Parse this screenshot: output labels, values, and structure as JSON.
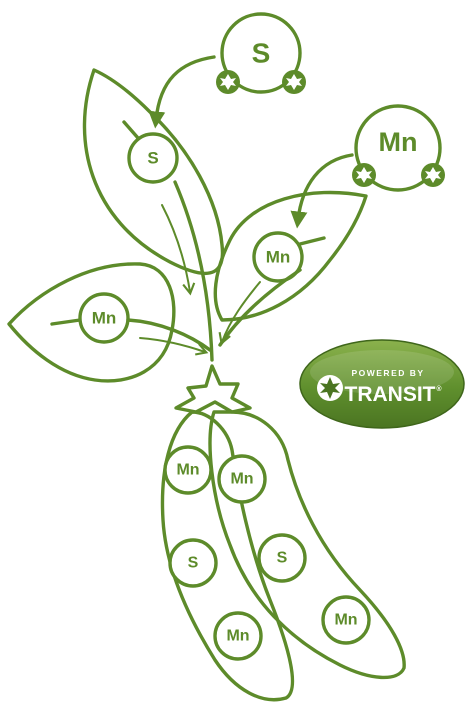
{
  "colors": {
    "line": "#5d8b2a",
    "badge_dark": "#4b7522",
    "badge_light": "#8bb24d",
    "badge_text": "#ffffff"
  },
  "nutrients": {
    "sulfur": "S",
    "manganese": "Mn"
  },
  "badge": {
    "powered_by": "POWERED BY",
    "brand": "TRANSIT",
    "registered": "®"
  },
  "icons": [
    "nutrient-molecule-icon",
    "transit-logo-icon",
    "arrow-icon"
  ]
}
